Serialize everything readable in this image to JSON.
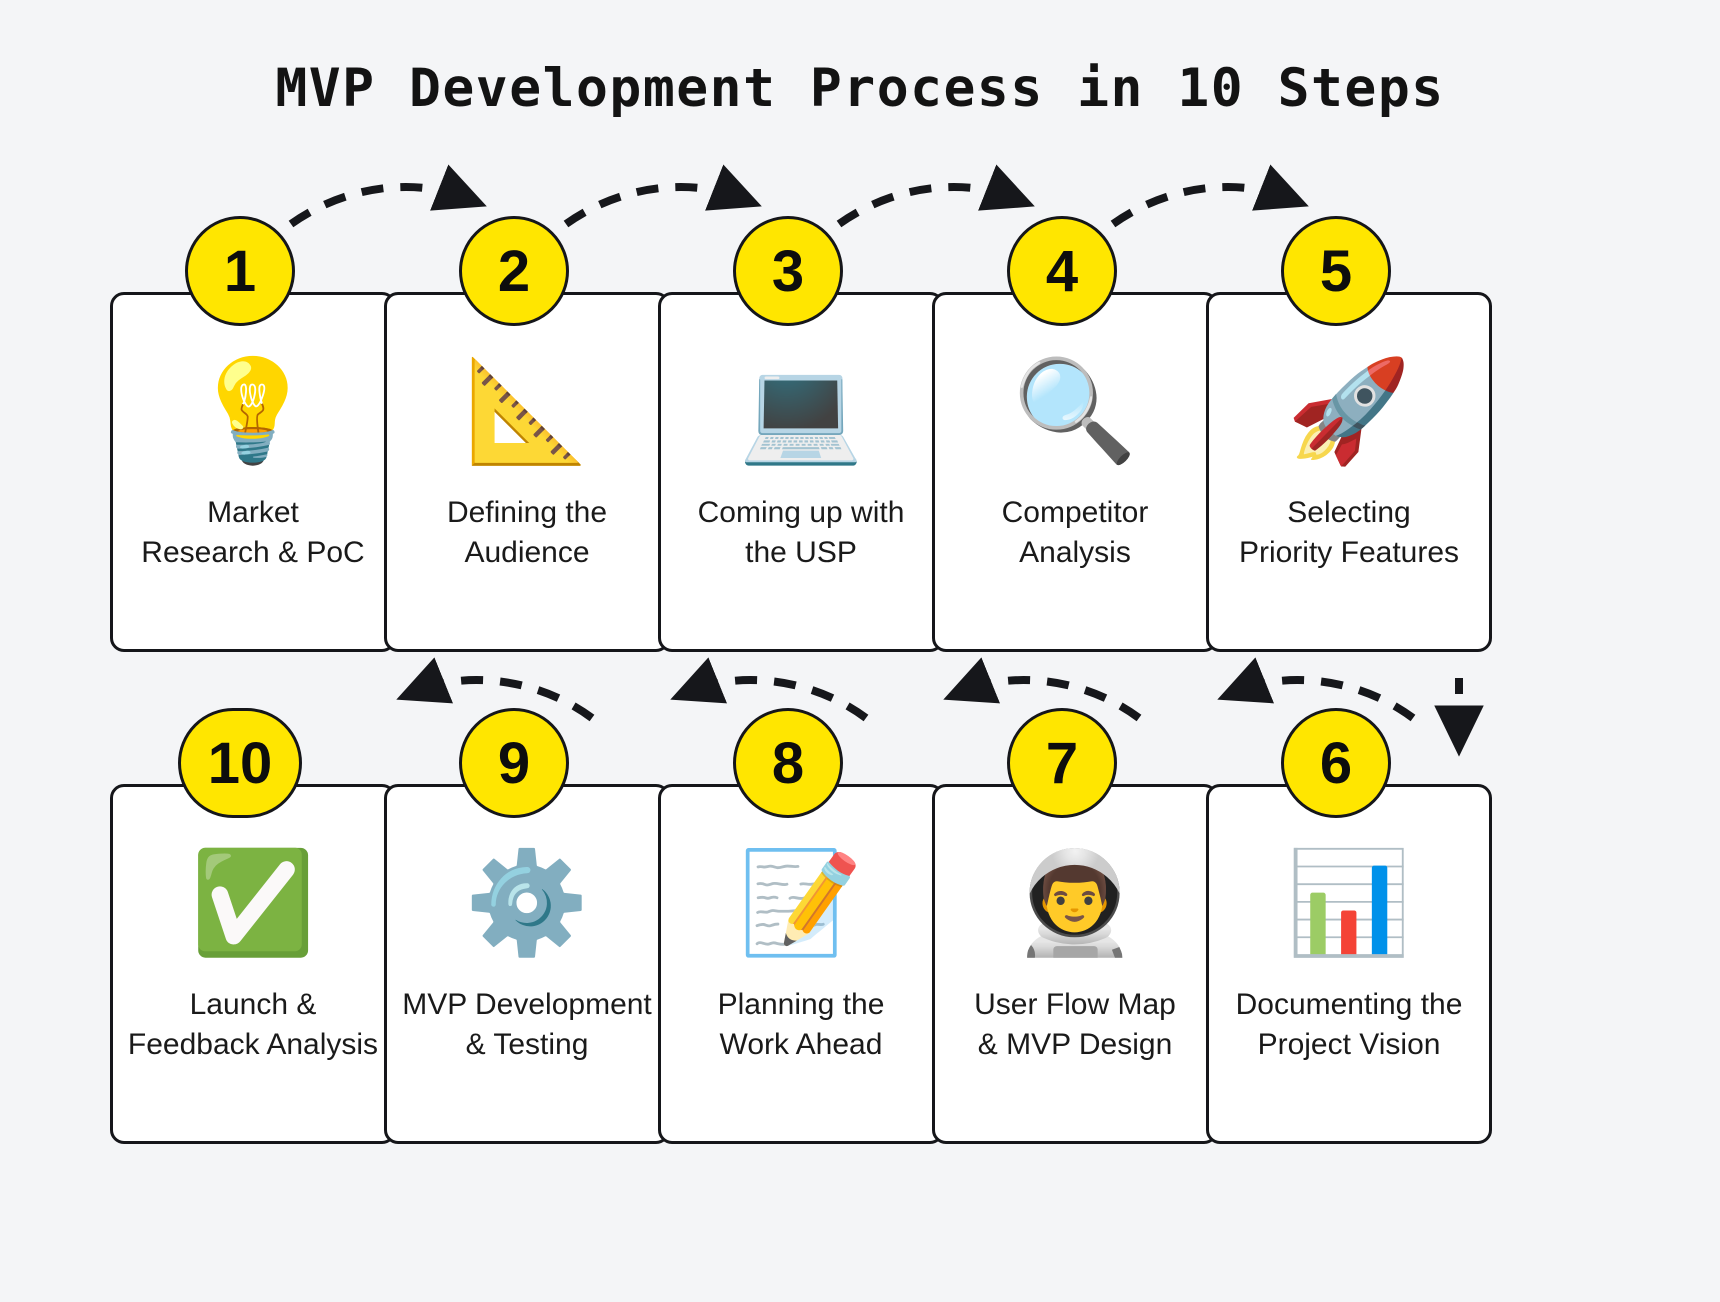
{
  "page": {
    "title": "MVP Development Process in 10 Steps",
    "background_color": "#f4f5f7",
    "accent_color": "#ffe600",
    "card_border_color": "#15161a",
    "card_fill_color": "#ffffff",
    "text_color": "#1a1a1a"
  },
  "steps": [
    {
      "number": "1",
      "label": "Market\nResearch & PoC",
      "icon": "light-bulb-icon",
      "emoji": "💡",
      "row": "top",
      "column": 1
    },
    {
      "number": "2",
      "label": "Defining the\nAudience",
      "icon": "triangular-ruler-icon",
      "emoji": "📐",
      "row": "top",
      "column": 2
    },
    {
      "number": "3",
      "label": "Coming up with\nthe USP",
      "icon": "laptop-icon",
      "emoji": "💻",
      "row": "top",
      "column": 3
    },
    {
      "number": "4",
      "label": "Competitor\nAnalysis",
      "icon": "magnifying-glass-icon",
      "emoji": "🔍",
      "row": "top",
      "column": 4
    },
    {
      "number": "5",
      "label": "Selecting\nPriority Features",
      "icon": "rocket-icon",
      "emoji": "🚀",
      "row": "top",
      "column": 5
    },
    {
      "number": "10",
      "label": "Launch &\nFeedback Analysis",
      "icon": "check-mark-button-icon",
      "emoji": "✅",
      "row": "bottom",
      "column": 1
    },
    {
      "number": "9",
      "label": "MVP Development\n& Testing",
      "icon": "gear-icon",
      "emoji": "⚙️",
      "row": "bottom",
      "column": 2
    },
    {
      "number": "8",
      "label": "Planning the\nWork Ahead",
      "icon": "memo-pencil-icon",
      "emoji": "📝",
      "row": "bottom",
      "column": 3
    },
    {
      "number": "7",
      "label": "User Flow Map\n& MVP Design",
      "icon": "astronaut-icon",
      "emoji": "👨‍🚀",
      "row": "bottom",
      "column": 4
    },
    {
      "number": "6",
      "label": "Documenting the\nProject Vision",
      "icon": "bar-chart-icon",
      "emoji": "📊",
      "row": "bottom",
      "column": 5
    }
  ],
  "connectors": {
    "style": "dashed",
    "color": "#16171b",
    "top_row_direction": "left-to-right",
    "bottom_row_direction": "right-to-left",
    "vertical_direction": "top-to-bottom",
    "count": 9
  }
}
